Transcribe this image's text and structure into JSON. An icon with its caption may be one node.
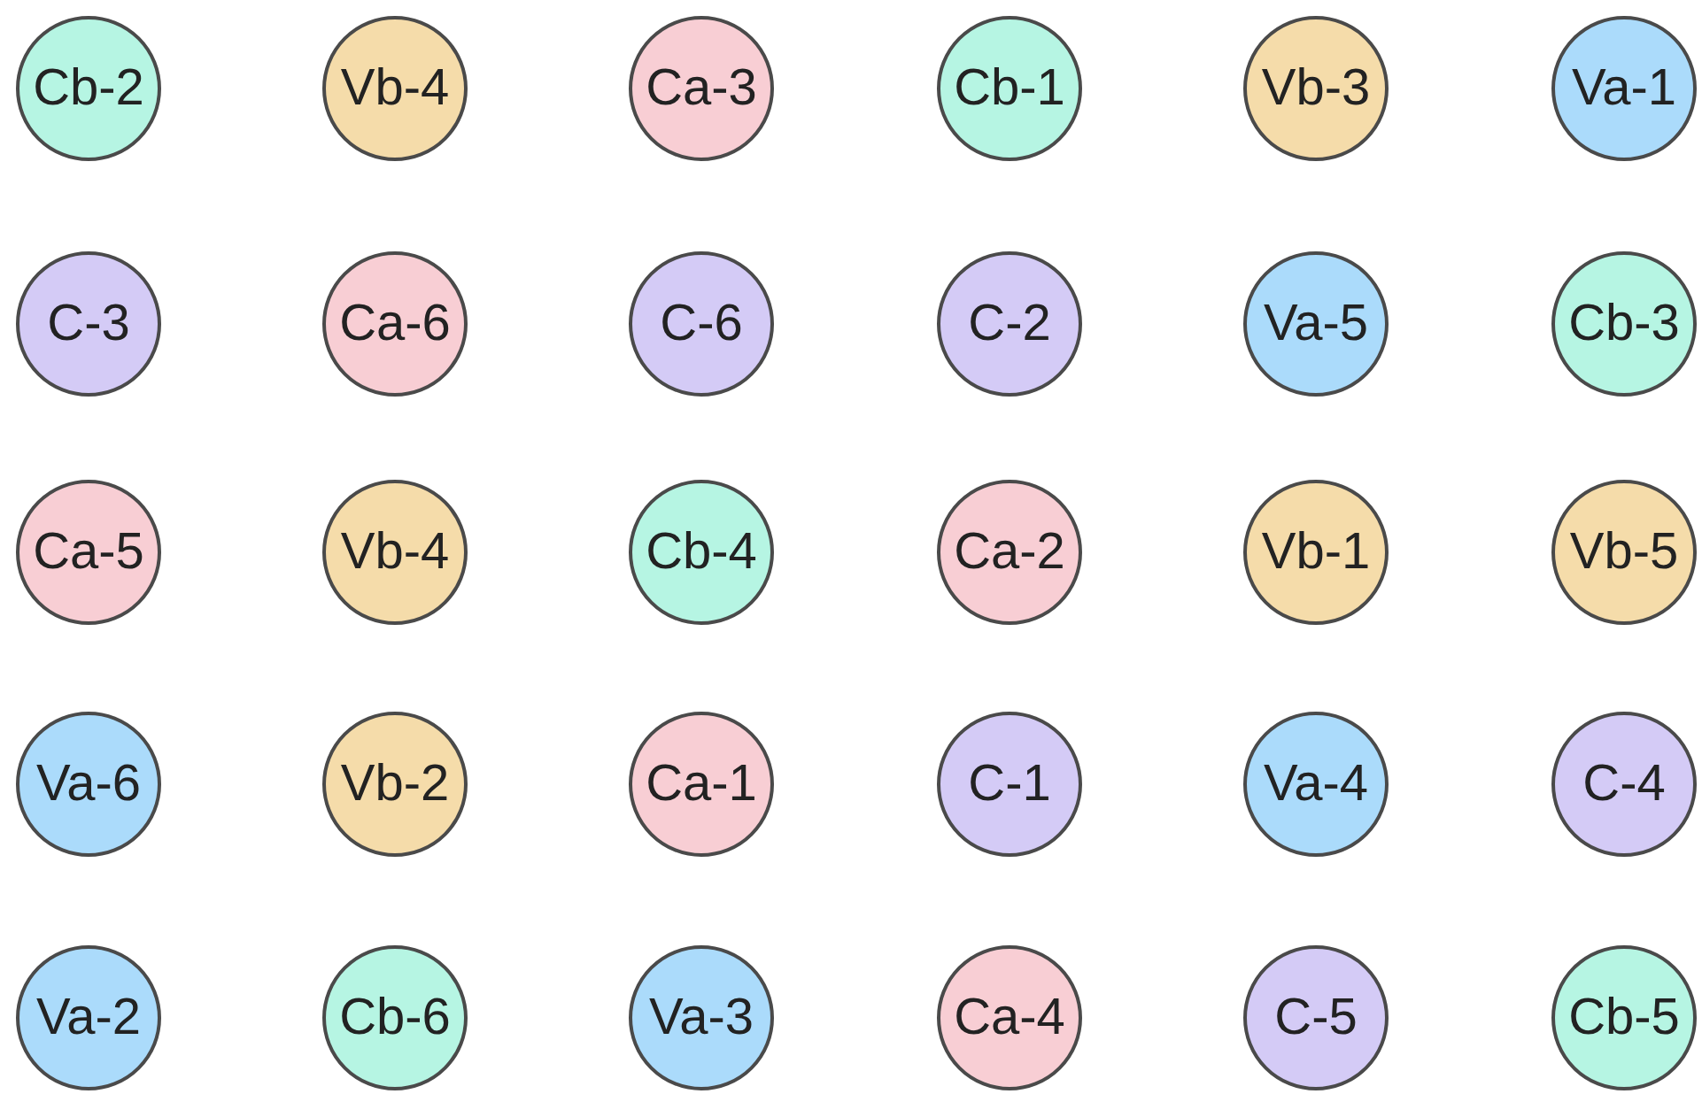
{
  "diagram": {
    "nodes": [
      {
        "text": [
          "Cb-2"
        ]
      },
      {
        "text": [
          "Vb-4"
        ]
      },
      {
        "text": [
          "Ca-3"
        ]
      },
      {
        "text": [
          "Cb-1"
        ]
      },
      {
        "text": [
          "Vb-3"
        ]
      },
      {
        "text": [
          "Va-1"
        ]
      },
      {
        "text": [
          "C-3"
        ]
      },
      {
        "text": [
          "Ca-6"
        ]
      },
      {
        "text": [
          "C-6"
        ]
      },
      {
        "text": [
          "C-2"
        ]
      },
      {
        "text": [
          "Va-5"
        ]
      },
      {
        "text": [
          "Cb-3"
        ]
      },
      {
        "text": [
          "Ca-5"
        ]
      },
      {
        "text": [
          "Vb-4"
        ]
      },
      {
        "text": [
          "Cb-4"
        ]
      },
      {
        "text": [
          "Ca-2"
        ]
      },
      {
        "text": [
          "Vb-1"
        ]
      },
      {
        "text": [
          "Vb-5"
        ]
      },
      {
        "text": [
          "Va-6"
        ]
      },
      {
        "text": [
          "Vb-2"
        ]
      },
      {
        "text": [
          "Ca-1"
        ]
      },
      {
        "text": [
          "C-1"
        ]
      },
      {
        "text": [
          "Va-4"
        ]
      },
      {
        "text": [
          "C-4"
        ]
      },
      {
        "text": [
          "Va-2"
        ]
      },
      {
        "text": [
          "Cb-6"
        ]
      },
      {
        "text": [
          "Va-3"
        ]
      },
      {
        "text": [
          "Ca-4"
        ]
      },
      {
        "text": [
          "C-5"
        ]
      },
      {
        "text": [
          "Cb-5"
        ]
      }
    ]
  }
}
